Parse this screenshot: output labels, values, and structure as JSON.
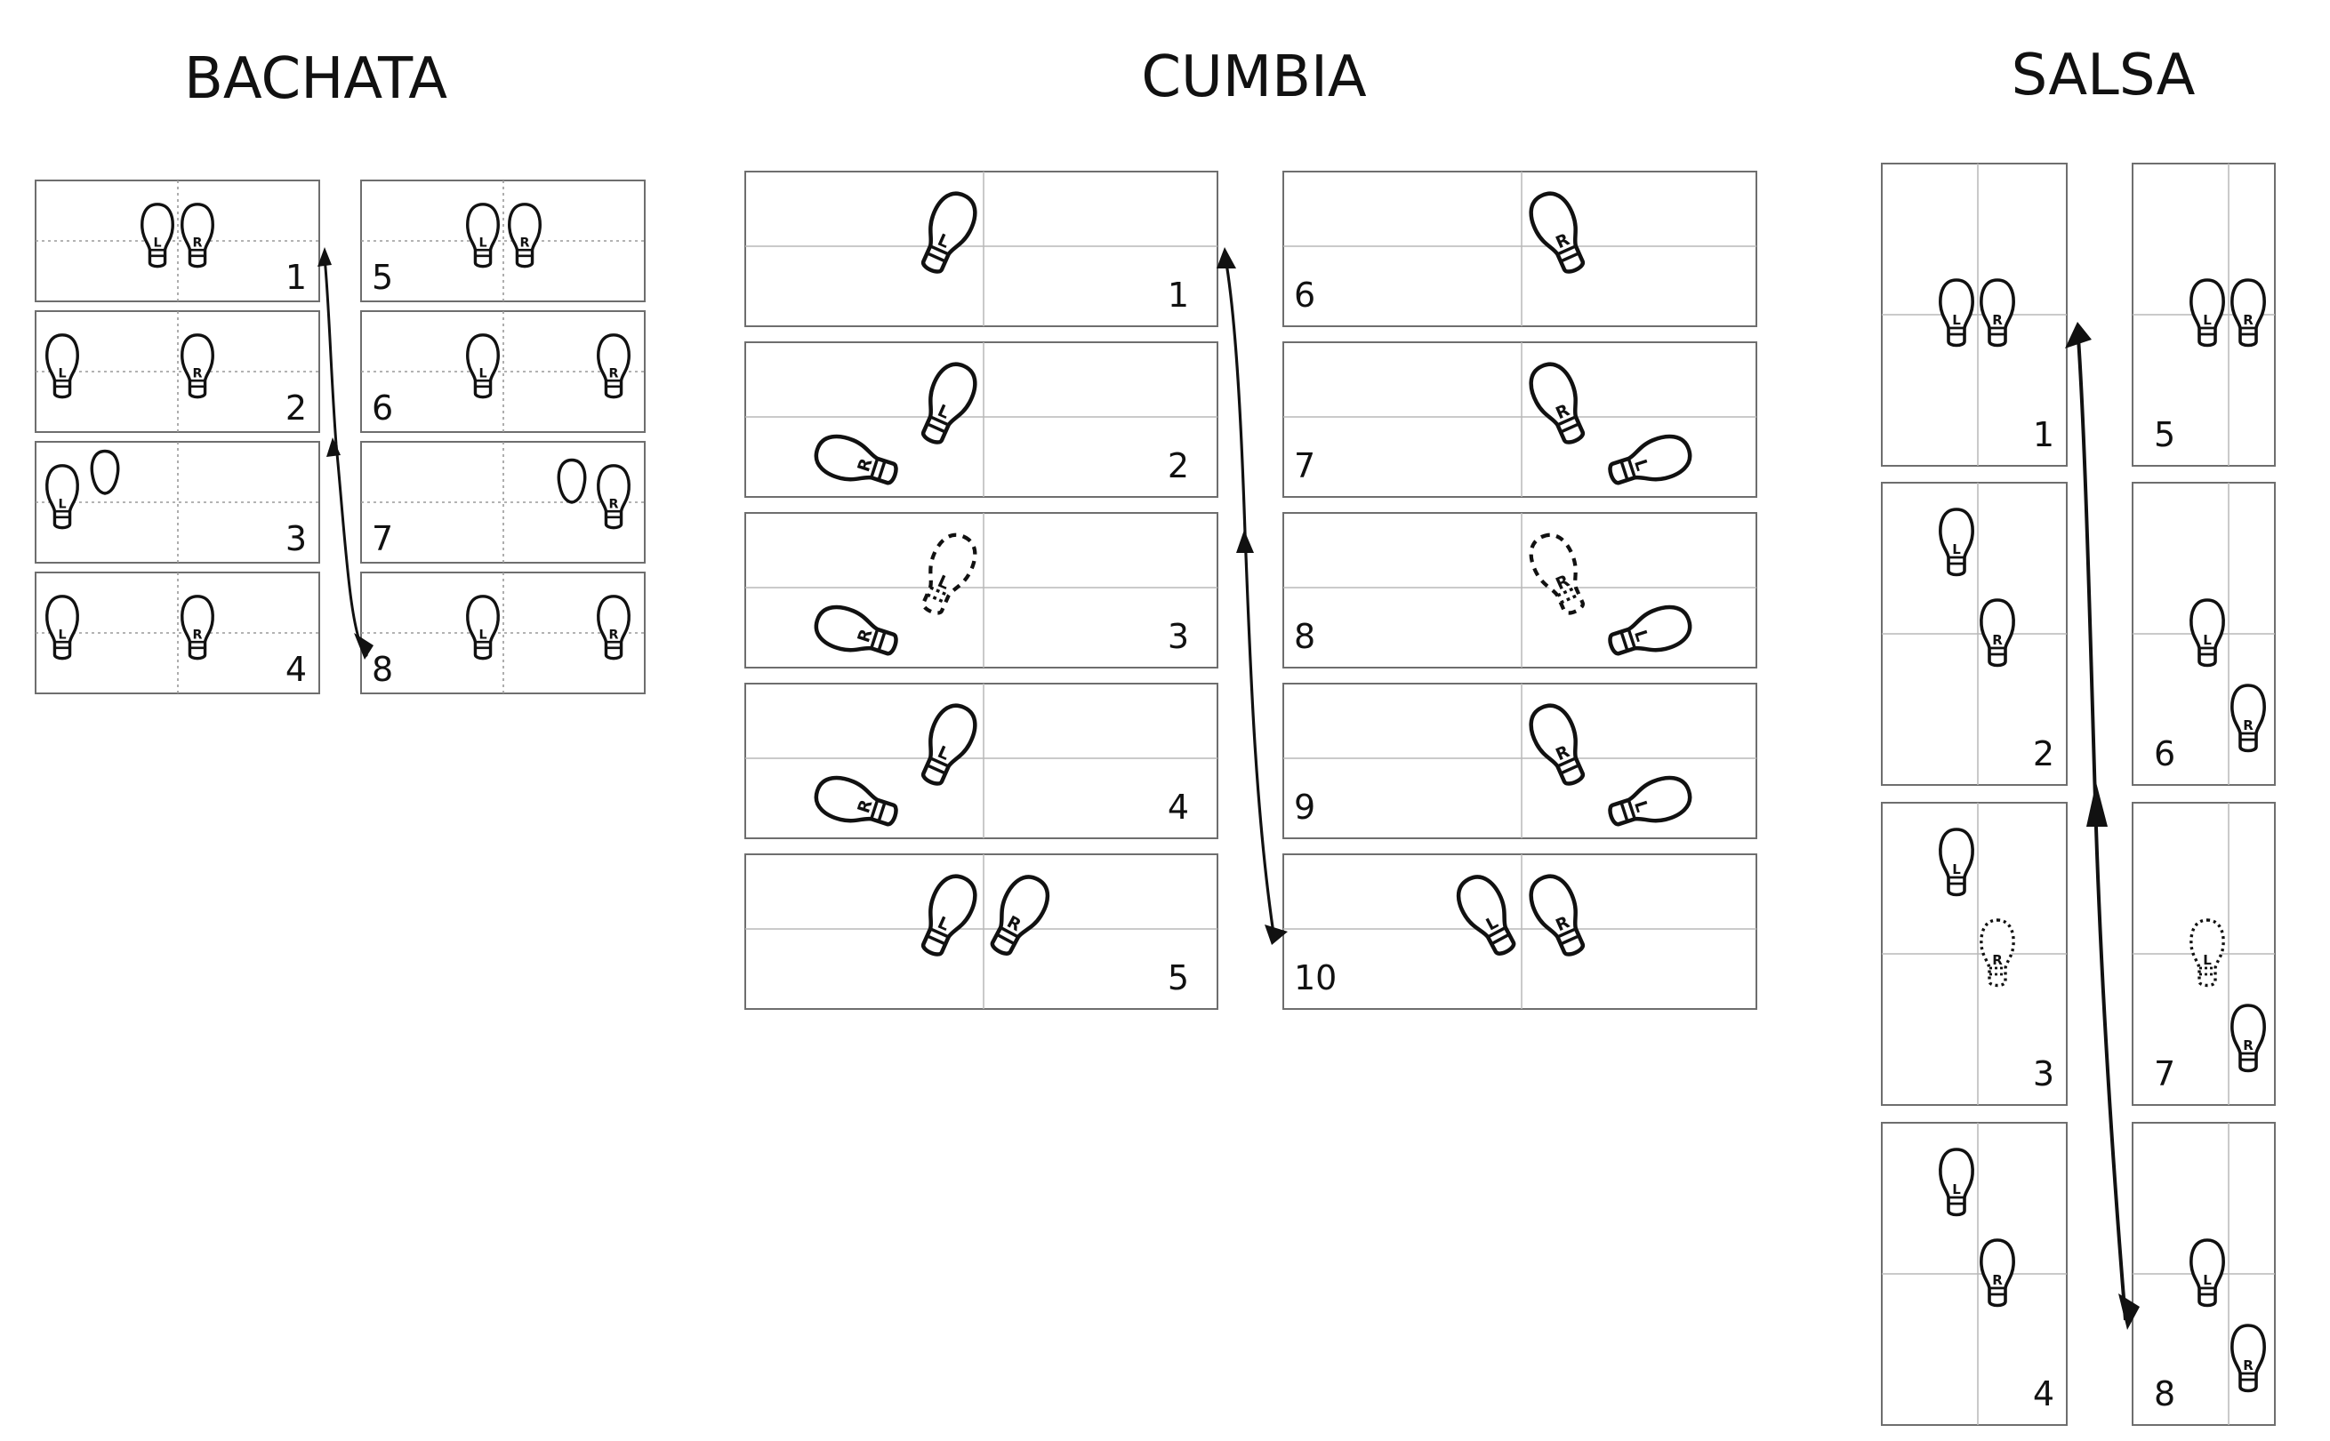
{
  "sections": [
    {
      "id": "bachata",
      "title": "BACHATA",
      "steps": [
        {
          "n": "1"
        },
        {
          "n": "2"
        },
        {
          "n": "3"
        },
        {
          "n": "4"
        },
        {
          "n": "5"
        },
        {
          "n": "6"
        },
        {
          "n": "7"
        },
        {
          "n": "8"
        }
      ]
    },
    {
      "id": "cumbia",
      "title": "CUMBIA",
      "steps": [
        {
          "n": "1"
        },
        {
          "n": "2"
        },
        {
          "n": "3"
        },
        {
          "n": "4"
        },
        {
          "n": "5"
        },
        {
          "n": "6"
        },
        {
          "n": "7"
        },
        {
          "n": "8"
        },
        {
          "n": "9"
        },
        {
          "n": "10"
        }
      ]
    },
    {
      "id": "salsa",
      "title": "SALSA",
      "steps": [
        {
          "n": "1"
        },
        {
          "n": "2"
        },
        {
          "n": "3"
        },
        {
          "n": "4"
        },
        {
          "n": "5"
        },
        {
          "n": "6"
        },
        {
          "n": "7"
        },
        {
          "n": "8"
        }
      ]
    }
  ],
  "feet": {
    "left": "L",
    "right": "R"
  },
  "icons": [
    "left-shoe-icon",
    "right-shoe-icon",
    "flow-arrow-icon"
  ]
}
